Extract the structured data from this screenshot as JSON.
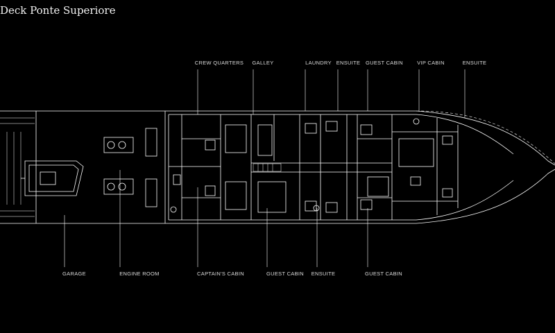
{
  "title": "Deck Ponte Superiore",
  "colors": {
    "background": "#000000",
    "lines": "#ffffff"
  },
  "labels_top": {
    "crew_quarters": "CREW QUARTERS",
    "galley": "GALLEY",
    "laundry": "LAUNDRY",
    "ensuite_1": "ENSUITE",
    "guest_cabin_1": "GUEST CABIN",
    "vip_cabin": "VIP CABIN",
    "ensuite_2": "ENSUITE"
  },
  "labels_bottom": {
    "garage": "GARAGE",
    "engine_room": "ENGINE ROOM",
    "captains_cabin": "CAPTAIN'S CABIN",
    "guest_cabin_2": "GUEST CABIN",
    "ensuite_3": "ENSUITE",
    "guest_cabin_3": "GUEST CABIN"
  }
}
